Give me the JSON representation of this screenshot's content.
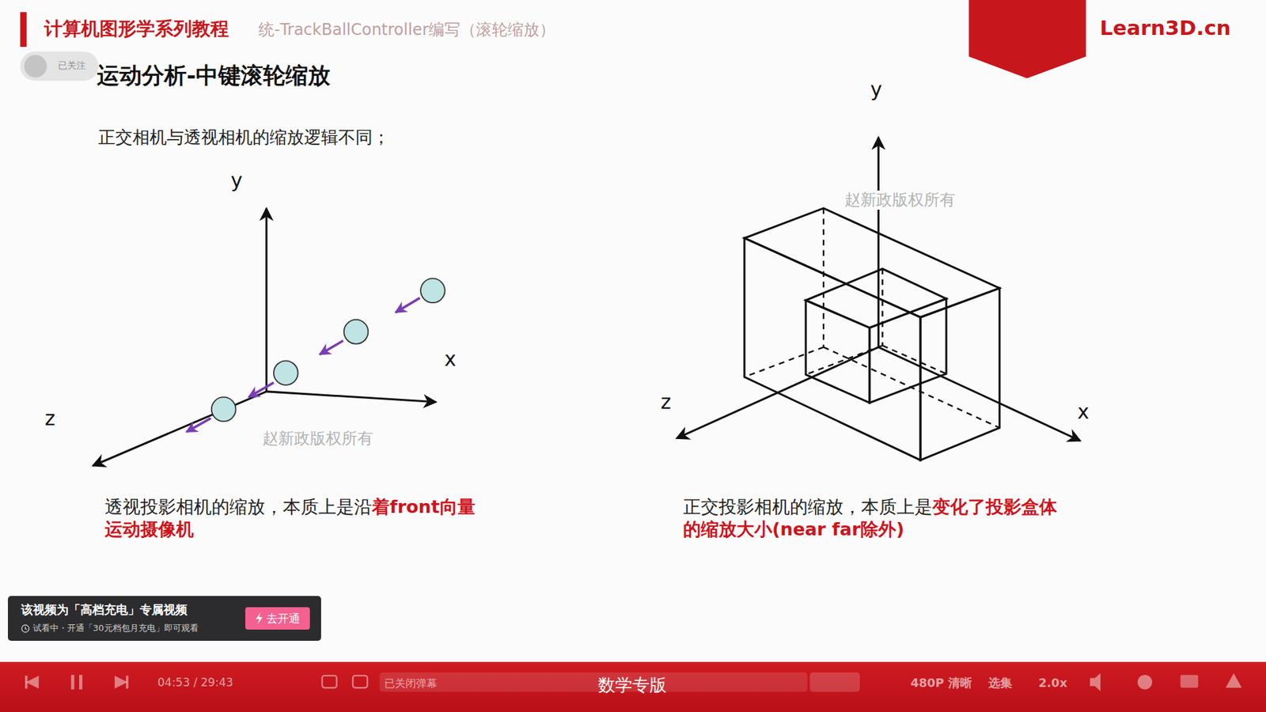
{
  "diagram": {
    "title": "运动分析-中键滚轮缩放",
    "nodes": [
      {
        "text": [
          "该视频为「高档充电」专属视频",
          "试看中・开通「30元档包月充电」即可观看"
        ]
      },
      {
        "text": [
          "去开通"
        ],
        "in": 0
      }
    ],
    "labels": [
      "计算机图形学系列教程",
      "统-TrackBallController编写（滚轮缩放）",
      "Learn3D.cn",
      "已关注",
      "正交相机与透视相机的缩放逻辑不同；",
      "y",
      "x",
      "z",
      "赵新政版权所有",
      "透视投影相机的缩放，本质上是沿",
      "着front向量运动摄像机",
      "y",
      "z",
      "x",
      "赵新政版权所有",
      "正交投影相机的缩放，本质上是",
      "变化了投影盒体的缩放大小(near far除外)",
      "04:53 / 29:43",
      "已关闭弹幕",
      "数学专版",
      "480P 清晰",
      "选集",
      "2.0x"
    ]
  }
}
